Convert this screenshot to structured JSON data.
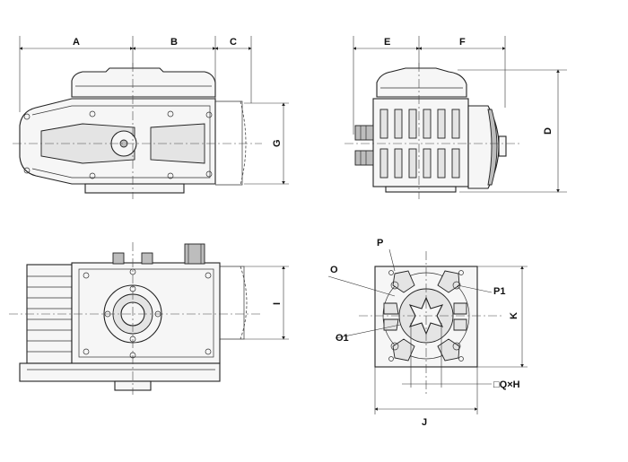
{
  "labels": {
    "A": "A",
    "B": "B",
    "C": "C",
    "D": "D",
    "E": "E",
    "F": "F",
    "G": "G",
    "I": "I",
    "J": "J",
    "K": "K",
    "O": "O",
    "O1": "O1",
    "P": "P",
    "P1": "P1",
    "QH": "□Q×H"
  }
}
